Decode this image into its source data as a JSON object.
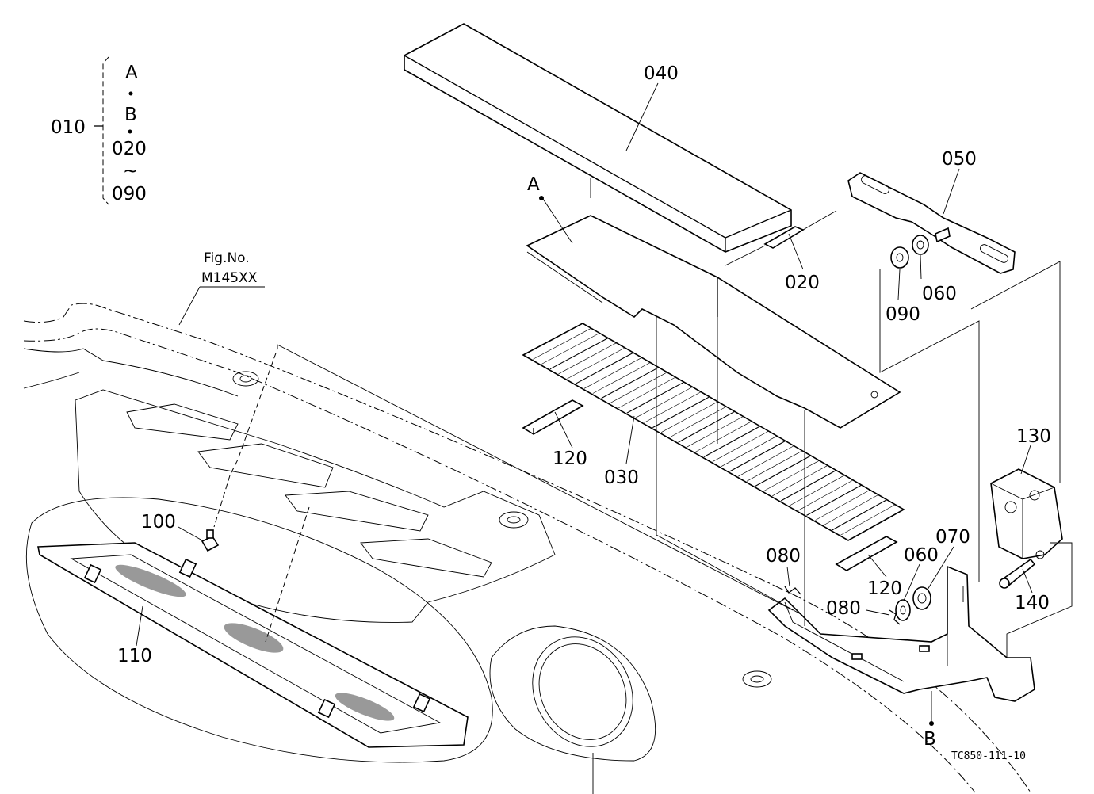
{
  "legend": {
    "assembly": "010",
    "items": [
      "A",
      "B",
      "020",
      "~",
      "090"
    ]
  },
  "reference": {
    "line1": "Fig.No.",
    "line2": "M145XX"
  },
  "callouts": {
    "p020": "020",
    "p030": "030",
    "p040": "040",
    "p050": "050",
    "p060a": "060",
    "p060b": "060",
    "p070": "070",
    "p080a": "080",
    "p080b": "080",
    "p090": "090",
    "p100": "100",
    "p110": "110",
    "p120a": "120",
    "p120b": "120",
    "p130": "130",
    "p140": "140",
    "ptA": "A",
    "ptB": "B"
  },
  "drawing_code": "TC850-111-10"
}
